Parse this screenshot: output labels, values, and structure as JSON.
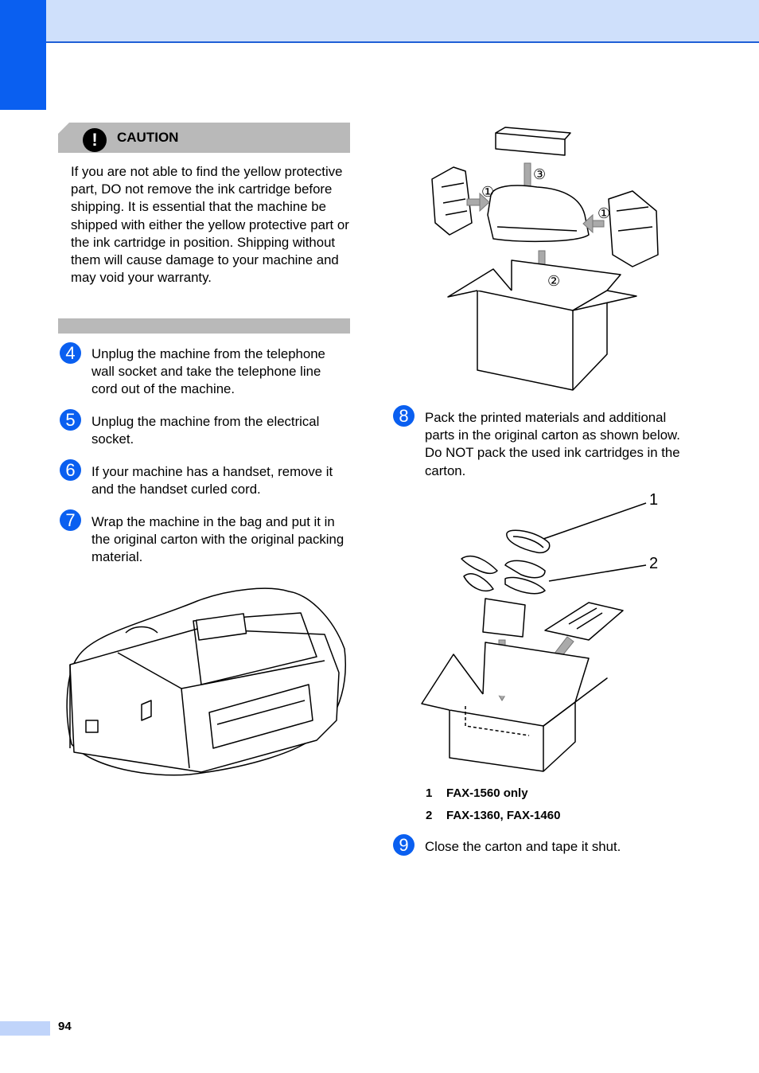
{
  "caution": {
    "icon": "!",
    "title": "CAUTION",
    "text": "If you are not able to find the yellow protective part, DO not remove the ink cartridge before shipping. It is essential that the machine be shipped with either the yellow protective part or the ink cartridge in position. Shipping without them will cause damage to your machine and may void your warranty."
  },
  "steps": [
    {
      "num": "4",
      "text": "Unplug the machine from the telephone wall socket and take the telephone line cord out of the machine."
    },
    {
      "num": "5",
      "text": "Unplug the machine from the electrical socket."
    },
    {
      "num": "6",
      "text": "If your machine has a handset, remove it and the handset curled cord."
    },
    {
      "num": "7",
      "text": "Wrap the machine in the bag and put it in the original carton with the original packing material."
    },
    {
      "num": "8",
      "text": "Pack the printed materials and additional parts in the original carton as shown below. Do NOT pack the used ink cartridges in the carton."
    },
    {
      "num": "9",
      "text": "Close the carton and tape it shut."
    }
  ],
  "figure_packing": {
    "callout_1": "①",
    "callout_2": "②",
    "callout_3": "③"
  },
  "figure_parts": {
    "label_1": "1",
    "label_2": "2"
  },
  "legend": [
    {
      "num": "1",
      "text": "FAX-1560 only"
    },
    {
      "num": "2",
      "text": "FAX-1360, FAX-1460"
    }
  ],
  "page_number": "94",
  "colors": {
    "accent": "#0a5ff0",
    "band": "#cfe0fb",
    "caution_bar": "#b9b9b9"
  }
}
